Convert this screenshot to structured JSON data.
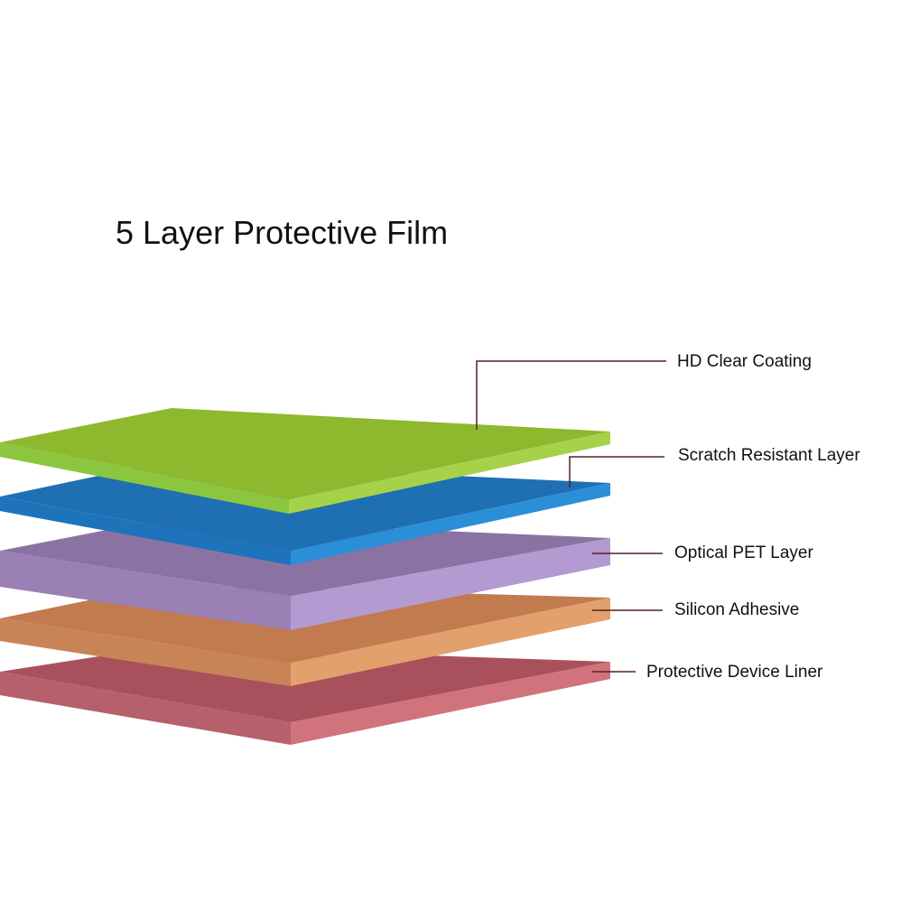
{
  "title": "5 Layer Protective Film",
  "layers": [
    {
      "name": "HD Clear Coating",
      "top_color": "#8eb82d",
      "front_color": "#8cc63f",
      "side_color": "#a6d24a"
    },
    {
      "name": "Scratch Resistant Layer",
      "top_color": "#1f6fb3",
      "front_color": "#1d74bb",
      "side_color": "#2a8fd6"
    },
    {
      "name": "Optical PET Layer",
      "top_color": "#8a73a3",
      "front_color": "#9a80b4",
      "side_color": "#b39ad0"
    },
    {
      "name": "Silicon Adhesive",
      "top_color": "#c27a4f",
      "front_color": "#c88456",
      "side_color": "#e2a06c"
    },
    {
      "name": "Protective Device Liner",
      "top_color": "#a8515c",
      "front_color": "#b5606a",
      "side_color": "#d0737c"
    }
  ],
  "leader_color": "#5a2020"
}
